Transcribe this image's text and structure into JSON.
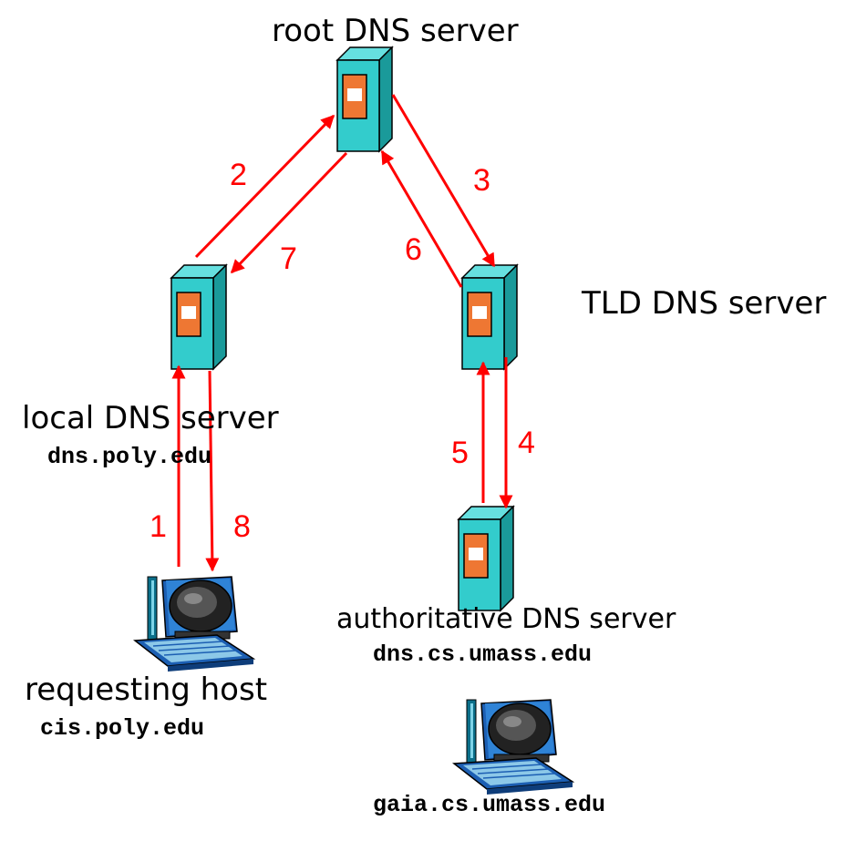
{
  "colors": {
    "arrow": "#ff0000",
    "server_front": "#33cccc",
    "server_side": "#1a9a9a",
    "server_top": "#66e0e0",
    "server_panel": "#ee7733"
  },
  "servers": {
    "root": {
      "label": "root DNS server"
    },
    "tld": {
      "label": "TLD DNS server"
    },
    "local": {
      "label": "local DNS server",
      "hostname": "dns.poly.edu"
    },
    "authoritative": {
      "label": "authoritative DNS server",
      "hostname": "dns.cs.umass.edu"
    }
  },
  "hosts": {
    "requesting": {
      "label": "requesting host",
      "hostname": "cis.poly.edu"
    },
    "target": {
      "hostname": "gaia.cs.umass.edu"
    }
  },
  "steps": [
    "1",
    "2",
    "3",
    "4",
    "5",
    "6",
    "7",
    "8"
  ]
}
